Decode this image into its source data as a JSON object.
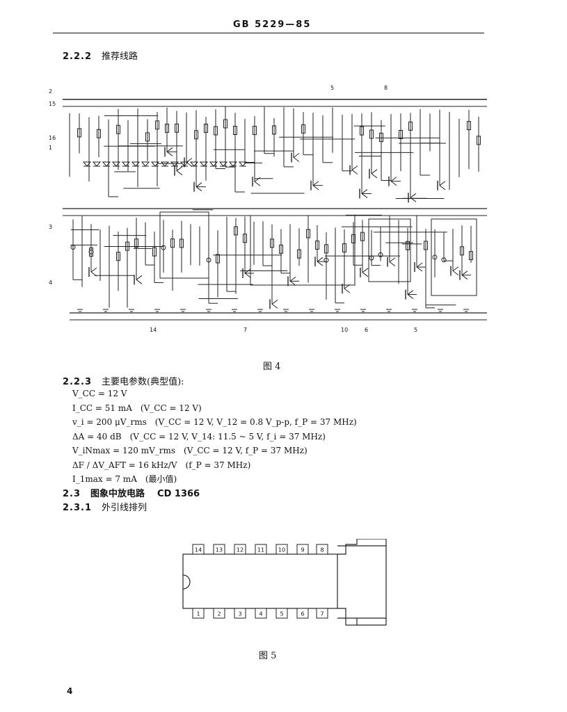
{
  "header": {
    "standard": "GB 5229—85"
  },
  "section_222": {
    "num": "2.2.2",
    "title": "推荐线路"
  },
  "circuit": {
    "pins_left": [
      "2",
      "15",
      "16",
      "1",
      "3",
      "4"
    ],
    "pins_top": [
      "5",
      "8"
    ],
    "pins_bottom": [
      "14",
      "7",
      "10",
      "6",
      "5"
    ]
  },
  "fig4_caption": "图 4",
  "section_223": {
    "num": "2.2.3",
    "title": "主要电参数(典型值):"
  },
  "params": [
    "V_CC = 12 V",
    "I_CC = 51 mA　(V_CC = 12 V)",
    "v_i = 200 μV_rms　(V_CC = 12 V, V_12 = 0.8 V_p-p, f_P = 37 MHz)",
    "ΔA = 40 dB　(V_CC = 12 V, V_14: 11.5 ~ 5 V, f_i = 37 MHz)",
    "V_iNmax = 120 mV_rms　(V_CC = 12 V, f_P = 37 MHz)",
    "ΔF / ΔV_AFT = 16 kHz/V　(f_P = 37 MHz)",
    "I_1max = 7 mA　(最小值)"
  ],
  "section_23": {
    "num": "2.3",
    "title": "图象中放电路",
    "part": "CD 1366"
  },
  "section_231": {
    "num": "2.3.1",
    "title": "外引线排列"
  },
  "ic": {
    "top_pins": [
      "14",
      "13",
      "12",
      "11",
      "10",
      "9",
      "8"
    ],
    "bottom_pins": [
      "1",
      "2",
      "3",
      "4",
      "5",
      "6",
      "7"
    ]
  },
  "fig5_caption": "图 5",
  "page_number": "4"
}
